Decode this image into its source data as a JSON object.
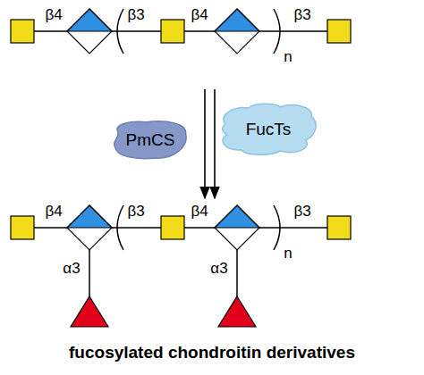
{
  "diagram": {
    "caption": "fucosylated chondroitin derivatives",
    "nodes": [
      {
        "text": [
          "PmCS"
        ]
      },
      {
        "text": [
          "FucTs"
        ]
      }
    ],
    "labels": [
      "β4",
      "β3",
      "β4",
      "n",
      "β3",
      "β4",
      "β3",
      "β4",
      "n",
      "β3",
      "α3",
      "α3"
    ]
  }
}
